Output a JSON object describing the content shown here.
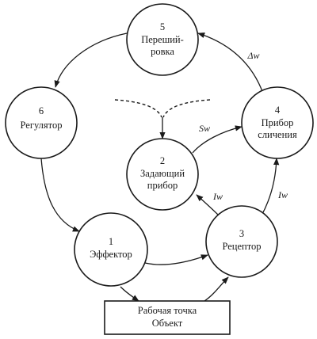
{
  "nodes": {
    "n5": {
      "number": "5",
      "line1": "Переший-",
      "line2": "ровка"
    },
    "n6": {
      "number": "6",
      "line1": "Регулятор"
    },
    "n4": {
      "number": "4",
      "line1": "Прибор",
      "line2": "сличения"
    },
    "n2": {
      "number": "2",
      "line1": "Задающий",
      "line2": "прибор"
    },
    "n1": {
      "number": "1",
      "line1": "Эффектор"
    },
    "n3": {
      "number": "3",
      "line1": "Рецептор"
    }
  },
  "box": {
    "line1": "Рабочая точка",
    "line2": "Объект"
  },
  "edge_labels": {
    "delta_w": "Δw",
    "s_w": "Sw",
    "i_w_to_2": "Iw",
    "i_w_to_4": "Iw"
  }
}
